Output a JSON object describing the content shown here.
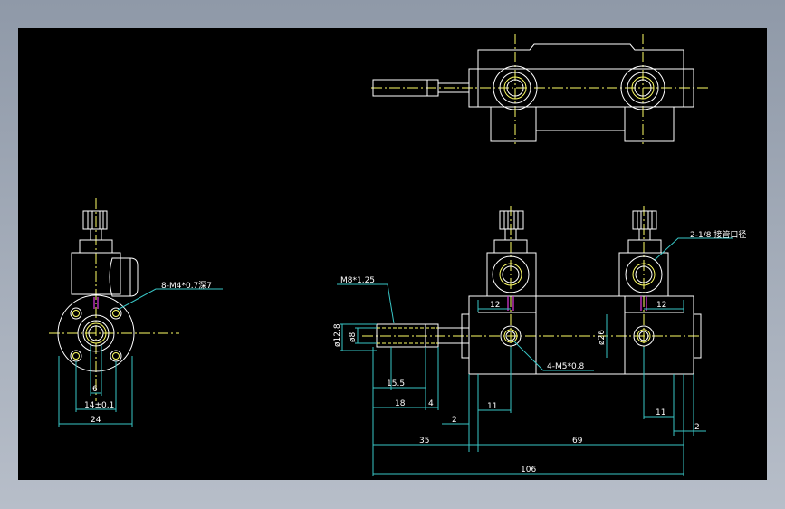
{
  "annotations": {
    "screw_holes": "8-M4*0.7深7",
    "port_thread": "2-1/8 接管口径",
    "rod_thread": "M8*1.25",
    "side_holes": "4-M5*0.8"
  },
  "dimensions": {
    "left_view": {
      "d6": "6",
      "d14": "14±0.1",
      "d24": "24"
    },
    "bottom": {
      "d15_5": "15.5",
      "d18": "18",
      "d4": "4",
      "d2_left": "2",
      "d11_left": "11",
      "d35": "35",
      "d69": "69",
      "d11_right": "11",
      "d2_right": "2",
      "d106": "106"
    },
    "vertical": {
      "d12_8": "ø12.8",
      "d8": "ø8",
      "d26": "ø26"
    },
    "top": {
      "d12_left": "12",
      "d12_right": "12"
    }
  },
  "colors": {
    "background": "#000000",
    "outline": "#ffffff",
    "centerline": "#ffff66",
    "dimension": "#38c6c6",
    "marker": "#e43be4"
  }
}
